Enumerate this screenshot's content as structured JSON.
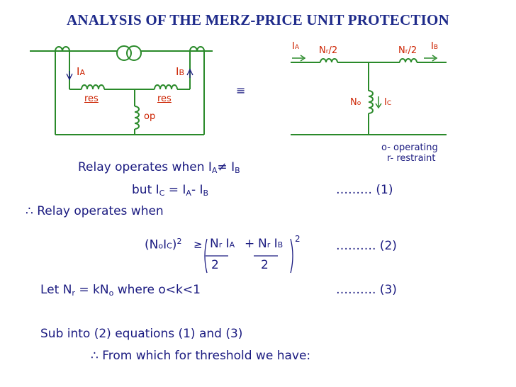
{
  "slide": {
    "title": "ANALYSIS OF THE MERZ-PRICE UNIT PROTECTION"
  },
  "circuit_left": {
    "label_ia_main": "I",
    "label_ia_sub": "A",
    "label_ib_main": "I",
    "label_ib_sub": "B",
    "res_left": "res",
    "res_right": "res",
    "op": "op"
  },
  "equivalence_symbol": "≡",
  "circuit_right": {
    "ia_main": "I",
    "ia_sub": "A",
    "ib_main": "I",
    "ib_sub": "B",
    "nr_left_main": "N",
    "nr_left_sub": "r",
    "nr_left_div": "/2",
    "nr_right_main": "N",
    "nr_right_sub": "r",
    "nr_right_div": "/2",
    "no_main": "N",
    "no_sub": "o",
    "ic_main": "I",
    "ic_sub": "C",
    "legend_operating": "o- operating",
    "legend_restraint": "r- restraint"
  },
  "lines": {
    "l1": {
      "a": "Relay operates when I",
      "a_sub": "A",
      "b": "≠ I",
      "b_sub": "B"
    },
    "l2": {
      "a": "but I",
      "a_sub": "C",
      "b": " = I",
      "b_sub": "A",
      "c": "- I",
      "c_sub": "B",
      "ref": "……… (1)"
    },
    "l3": {
      "therefore": "∴",
      "text": "Relay operates when"
    },
    "eq": {
      "lhs_open": "(N",
      "lhs_sub1": "o",
      "lhs_i": "I",
      "lhs_sub2": "C",
      "lhs_close": ")",
      "lhs_pow": "2",
      "geq": "≥",
      "t1": "N",
      "t1_sub": "r",
      "t1_i": " I",
      "t1_isub": "A",
      "plus": "+",
      "t2": "N",
      "t2_sub": "r",
      "t2_i": " I",
      "t2_isub": "B",
      "den1": "2",
      "den2": "2",
      "pow": "2",
      "ref": "………. (2)"
    },
    "l5": {
      "a": "Let N",
      "a_sub": "r",
      "b": " = kN",
      "b_sub": "o",
      "c": " where o<k<1",
      "ref": "………. (3)"
    },
    "l6": {
      "text": "Sub into (2) equations (1) and (3)"
    },
    "l7": {
      "therefore": "∴",
      "text": "From which for threshold we have:"
    }
  }
}
